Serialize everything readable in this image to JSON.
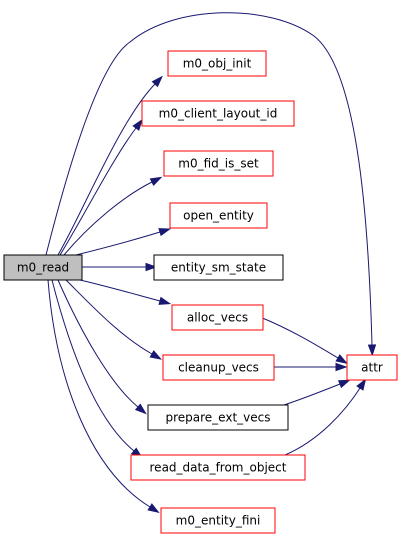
{
  "graph": {
    "colors": {
      "edge": "#191970",
      "red_border": "#ff0000",
      "black_border": "#000000",
      "root_fill": "#bfbfbf",
      "background": "#ffffff"
    },
    "nodes": [
      {
        "id": "m0_read",
        "label": "m0_read",
        "border": "black",
        "root": true
      },
      {
        "id": "m0_obj_init",
        "label": "m0_obj_init",
        "border": "red"
      },
      {
        "id": "m0_client_layout_id",
        "label": "m0_client_layout_id",
        "border": "red"
      },
      {
        "id": "m0_fid_is_set",
        "label": "m0_fid_is_set",
        "border": "red"
      },
      {
        "id": "open_entity",
        "label": "open_entity",
        "border": "red"
      },
      {
        "id": "entity_sm_state",
        "label": "entity_sm_state",
        "border": "black"
      },
      {
        "id": "alloc_vecs",
        "label": "alloc_vecs",
        "border": "red"
      },
      {
        "id": "cleanup_vecs",
        "label": "cleanup_vecs",
        "border": "red"
      },
      {
        "id": "prepare_ext_vecs",
        "label": "prepare_ext_vecs",
        "border": "black"
      },
      {
        "id": "read_data_from_object",
        "label": "read_data_from_object",
        "border": "red"
      },
      {
        "id": "m0_entity_fini",
        "label": "m0_entity_fini",
        "border": "red"
      },
      {
        "id": "attr",
        "label": "attr",
        "border": "red"
      }
    ],
    "edges": [
      {
        "from": "m0_read",
        "to": "m0_obj_init"
      },
      {
        "from": "m0_read",
        "to": "m0_client_layout_id"
      },
      {
        "from": "m0_read",
        "to": "m0_fid_is_set"
      },
      {
        "from": "m0_read",
        "to": "open_entity"
      },
      {
        "from": "m0_read",
        "to": "entity_sm_state"
      },
      {
        "from": "m0_read",
        "to": "alloc_vecs"
      },
      {
        "from": "m0_read",
        "to": "cleanup_vecs"
      },
      {
        "from": "m0_read",
        "to": "prepare_ext_vecs"
      },
      {
        "from": "m0_read",
        "to": "read_data_from_object"
      },
      {
        "from": "m0_read",
        "to": "m0_entity_fini"
      },
      {
        "from": "m0_read",
        "to": "attr"
      },
      {
        "from": "alloc_vecs",
        "to": "attr"
      },
      {
        "from": "cleanup_vecs",
        "to": "attr"
      },
      {
        "from": "prepare_ext_vecs",
        "to": "attr"
      },
      {
        "from": "read_data_from_object",
        "to": "attr"
      }
    ]
  }
}
